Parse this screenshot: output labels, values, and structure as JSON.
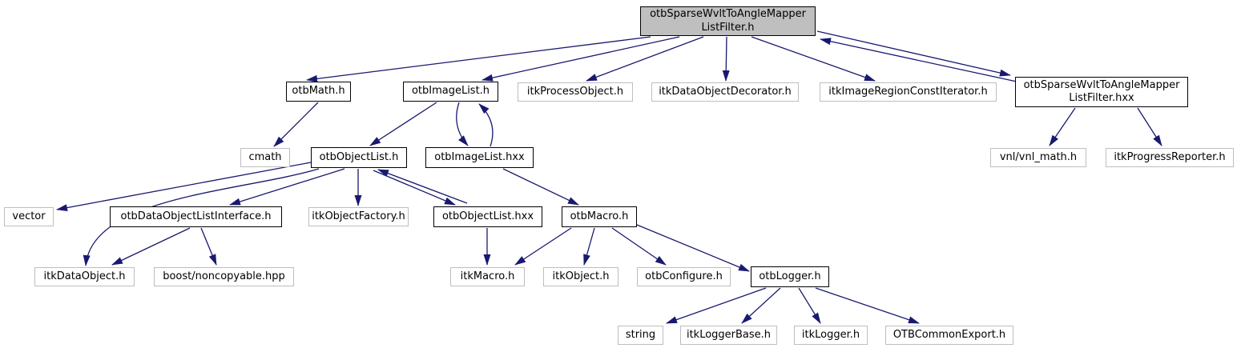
{
  "diagram": {
    "title": "include dependency graph for otbSparseWvltToAngleMapperListFilter.h",
    "colors": {
      "edge": "#191970",
      "linked_node_border": "#000000",
      "plain_node_border": "#bebebe",
      "root_node_fill": "#bfbfbf",
      "node_fill": "#ffffff",
      "text": "#000000"
    },
    "nodes": [
      {
        "label": "otbSparseWvltToAngleMapperListFilter.h",
        "line1": "otbSparseWvltToAngleMapper",
        "line2": "ListFilter.h",
        "linked": false,
        "root": true
      },
      {
        "label": "otbMath.h",
        "linked": true
      },
      {
        "label": "otbImageList.h",
        "linked": true
      },
      {
        "label": "itkProcessObject.h",
        "linked": false
      },
      {
        "label": "itkDataObjectDecorator.h",
        "linked": false
      },
      {
        "label": "itkImageRegionConstIterator.h",
        "linked": false
      },
      {
        "label": "otbSparseWvltToAngleMapperListFilter.hxx",
        "line1": "otbSparseWvltToAngleMapper",
        "line2": "ListFilter.hxx",
        "linked": true
      },
      {
        "label": "cmath",
        "linked": false
      },
      {
        "label": "otbObjectList.h",
        "linked": true
      },
      {
        "label": "otbImageList.hxx",
        "linked": true
      },
      {
        "label": "vnl/vnl_math.h",
        "linked": false
      },
      {
        "label": "itkProgressReporter.h",
        "linked": false
      },
      {
        "label": "vector",
        "linked": false
      },
      {
        "label": "otbDataObjectListInterface.h",
        "linked": true
      },
      {
        "label": "itkObjectFactory.h",
        "linked": false
      },
      {
        "label": "otbObjectList.hxx",
        "linked": true
      },
      {
        "label": "otbMacro.h",
        "linked": true
      },
      {
        "label": "itkDataObject.h",
        "linked": false
      },
      {
        "label": "boost/noncopyable.hpp",
        "linked": false
      },
      {
        "label": "itkMacro.h",
        "linked": false
      },
      {
        "label": "itkObject.h",
        "linked": false
      },
      {
        "label": "otbConfigure.h",
        "linked": false
      },
      {
        "label": "otbLogger.h",
        "linked": true
      },
      {
        "label": "string",
        "linked": false
      },
      {
        "label": "itkLoggerBase.h",
        "linked": false
      },
      {
        "label": "itkLogger.h",
        "linked": false
      },
      {
        "label": "OTBCommonExport.h",
        "linked": false
      }
    ],
    "edges": [
      {
        "from": "otbSparseWvltToAngleMapperListFilter.h",
        "to": "otbMath.h"
      },
      {
        "from": "otbSparseWvltToAngleMapperListFilter.h",
        "to": "otbImageList.h"
      },
      {
        "from": "otbSparseWvltToAngleMapperListFilter.h",
        "to": "itkProcessObject.h"
      },
      {
        "from": "otbSparseWvltToAngleMapperListFilter.h",
        "to": "itkDataObjectDecorator.h"
      },
      {
        "from": "otbSparseWvltToAngleMapperListFilter.h",
        "to": "itkImageRegionConstIterator.h"
      },
      {
        "from": "otbSparseWvltToAngleMapperListFilter.h",
        "to": "otbSparseWvltToAngleMapperListFilter.hxx"
      },
      {
        "from": "otbSparseWvltToAngleMapperListFilter.hxx",
        "to": "otbSparseWvltToAngleMapperListFilter.h"
      },
      {
        "from": "otbSparseWvltToAngleMapperListFilter.hxx",
        "to": "vnl/vnl_math.h"
      },
      {
        "from": "otbSparseWvltToAngleMapperListFilter.hxx",
        "to": "itkProgressReporter.h"
      },
      {
        "from": "otbMath.h",
        "to": "cmath"
      },
      {
        "from": "otbImageList.h",
        "to": "otbObjectList.h"
      },
      {
        "from": "otbImageList.h",
        "to": "otbImageList.hxx"
      },
      {
        "from": "otbImageList.hxx",
        "to": "otbImageList.h"
      },
      {
        "from": "otbImageList.hxx",
        "to": "otbMacro.h"
      },
      {
        "from": "otbObjectList.h",
        "to": "vector"
      },
      {
        "from": "otbObjectList.h",
        "to": "otbDataObjectListInterface.h"
      },
      {
        "from": "otbObjectList.h",
        "to": "itkObjectFactory.h"
      },
      {
        "from": "otbObjectList.h",
        "to": "otbObjectList.hxx"
      },
      {
        "from": "otbObjectList.hxx",
        "to": "otbObjectList.h"
      },
      {
        "from": "otbObjectList.h",
        "to": "itkDataObject.h"
      },
      {
        "from": "otbDataObjectListInterface.h",
        "to": "itkDataObject.h"
      },
      {
        "from": "otbDataObjectListInterface.h",
        "to": "boost/noncopyable.hpp"
      },
      {
        "from": "otbObjectList.hxx",
        "to": "itkMacro.h"
      },
      {
        "from": "otbMacro.h",
        "to": "itkMacro.h"
      },
      {
        "from": "otbMacro.h",
        "to": "itkObject.h"
      },
      {
        "from": "otbMacro.h",
        "to": "otbConfigure.h"
      },
      {
        "from": "otbMacro.h",
        "to": "otbLogger.h"
      },
      {
        "from": "otbLogger.h",
        "to": "string"
      },
      {
        "from": "otbLogger.h",
        "to": "itkLoggerBase.h"
      },
      {
        "from": "otbLogger.h",
        "to": "itkLogger.h"
      },
      {
        "from": "otbLogger.h",
        "to": "OTBCommonExport.h"
      }
    ]
  }
}
